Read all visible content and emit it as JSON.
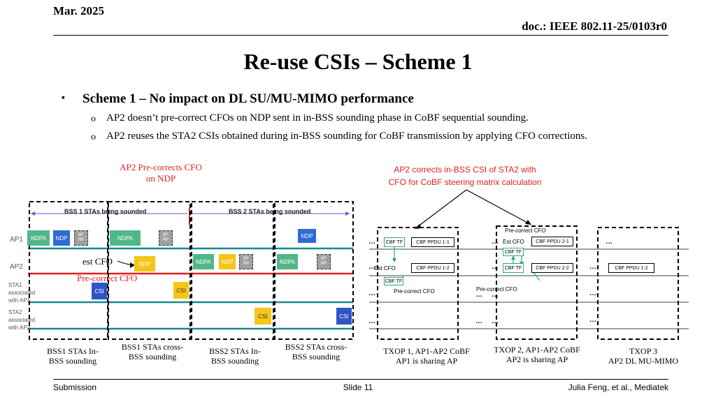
{
  "header": {
    "date": "Mar. 2025",
    "doc": "doc.: IEEE 802.11-25/0103r0"
  },
  "title": "Re-use CSIs – Scheme 1",
  "bullets": {
    "main": "Scheme 1 – No impact on DL SU/MU-MIMO performance",
    "sub1": "AP2 doesn’t pre-correct CFOs on NDP sent in in-BSS sounding phase in CoBF sequential sounding.",
    "sub2": "AP2 reuses the STA2 CSIs obtained during in-BSS sounding for CoBF transmission by applying CFO corrections.",
    "marker_main": "▪",
    "marker_sub": "o"
  },
  "left_diagram": {
    "annotation_line1": "AP2 Pre-corrects CFO",
    "annotation_line2": "on NDP",
    "bss1_banner": "BSS 1 STAs being sounded",
    "bss2_banner": "BSS 2 STAs being sounded",
    "row_labels": {
      "ap1": "AP1",
      "ap2": "AP2",
      "sta1_1": "STA1",
      "sta1_2": "associated",
      "sta1_3": "with AP1",
      "sta2_1": "STA2",
      "sta2_2": "associated",
      "sta2_3": "with AP2"
    },
    "est_cfo": "est CFO",
    "pre_correct_cfo": "Pre-correct CFO",
    "ndpa": "NDPA",
    "ndp": "NDP",
    "bf_1": "BF",
    "bf_2": "RP",
    "csi": "CSI",
    "captions": {
      "c1a": "BSS1 STAs In-",
      "c1b": "BSS sounding",
      "c2a": "BSS1 STAs cross-",
      "c2b": "BSS sounding",
      "c3a": "BSS2 STAs In-",
      "c3b": "BSS sounding",
      "c4a": "BSS2 STAs cross-",
      "c4b": "BSS sounding"
    }
  },
  "right_diagram": {
    "annotation_line1": "AP2 corrects in-BSS CSI of STA2 with",
    "annotation_line2": "CFO for CoBF steering matrix calculation",
    "cbf_tf": "CBF TF",
    "cbf_ppdu_11": "CBF PPDU 1-1",
    "cbf_ppdu_12": "CBF PPDU 1-2",
    "cbf_ppdu_21": "CBF PPDU 2-1",
    "cbf_ppdu_22": "CBF PPDU 2-2",
    "est_cfo": "Est CFO",
    "pre_correct_cfo": "Pre-correct CFO",
    "ellipsis": "…",
    "captions": {
      "t1a": "TXOP 1, AP1-AP2 CoBF",
      "t1b": "AP1 is sharing AP",
      "t2a": "TXOP 2, AP1-AP2 CoBF",
      "t2b": "AP2 is sharing AP",
      "t3a": "TXOP 3",
      "t3b": "AP2 DL MU-MIMO"
    }
  },
  "footer": {
    "left": "Submission",
    "center": "Slide 11",
    "right": "Julia Feng, et al., Mediatek"
  },
  "colors": {
    "accent_red": "#e02020",
    "ndpa_green": "#52b788",
    "ndp_blue": "#2f6bd1",
    "yellow": "#f5c518",
    "teal": "#1a8a8a"
  }
}
